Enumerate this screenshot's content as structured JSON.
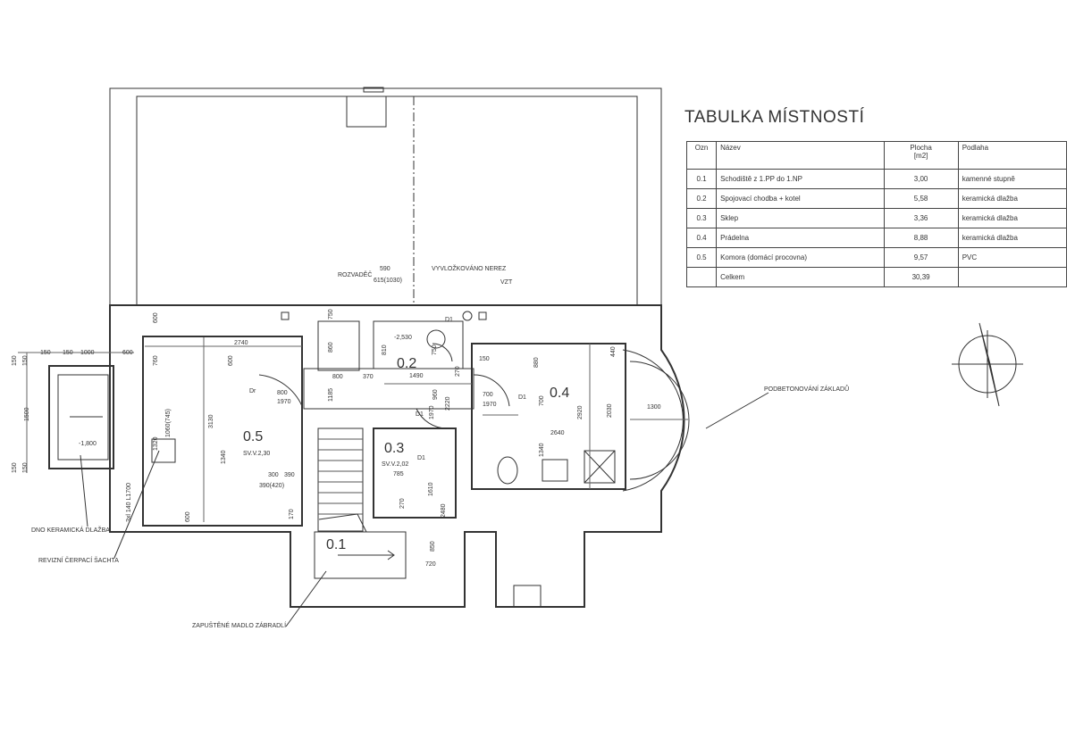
{
  "table": {
    "title": "TABULKA MÍSTNOSTÍ",
    "headers": {
      "ozn": "Ozn",
      "nazev": "Název",
      "plocha": "Plocha",
      "plocha_unit": "[m2]",
      "podlaha": "Podlaha"
    },
    "rows": [
      {
        "ozn": "0.1",
        "nazev": "Schodiště z 1.PP do 1.NP",
        "plocha": "3,00",
        "podlaha": "kamenné stupně"
      },
      {
        "ozn": "0.2",
        "nazev": "Spojovací chodba + kotel",
        "plocha": "5,58",
        "podlaha": "keramická dlažba"
      },
      {
        "ozn": "0.3",
        "nazev": "Sklep",
        "plocha": "3,36",
        "podlaha": "keramická dlažba"
      },
      {
        "ozn": "0.4",
        "nazev": "Prádelna",
        "plocha": "8,88",
        "podlaha": "keramická dlažba"
      },
      {
        "ozn": "0.5",
        "nazev": "Komora (domácí procovna)",
        "plocha": "9,57",
        "podlaha": "PVC"
      },
      {
        "ozn": "",
        "nazev": "Celkem",
        "plocha": "30,39",
        "podlaha": ""
      }
    ]
  },
  "rooms": {
    "r01": "0.1",
    "r02": "0.2",
    "r03": "0.3",
    "r04": "0.4",
    "r05": "0.5",
    "r05_sv": "SV.V.2,30",
    "r03_sv": "SV.V.2,02"
  },
  "annotations": {
    "rozvadec": "ROZVADĚČ",
    "rozvadec_dim_top": "590",
    "rozvadec_dim_bottom": "615(1030)",
    "nerez": "VYVLOŽKOVÁNO NEREZ",
    "vzt": "VZT",
    "podbetonovani": "PODBETONOVÁNÍ ZÁKLADŮ",
    "dno": "DNO KERAMICKÁ DLAŽBA",
    "revizni": "REVIZNÍ ČERPACÍ ŠACHTA",
    "madlo": "ZAPUŠTĚNÉ MADLO ZÁBRADLÍ",
    "level_shaft": "-1,800",
    "level_02": "-2,530",
    "stair_note": "3xl 140 L1700"
  },
  "dimensions": {
    "d150a": "150",
    "d150b": "150",
    "d1000": "1000",
    "d600a": "600",
    "d2740": "2740",
    "d600b": "600",
    "d760": "760",
    "d1320": "1320",
    "d3130": "3130",
    "d1340a": "1340",
    "d600c": "600",
    "d600d": "600",
    "d1060": "1060(745)",
    "d800a": "800",
    "d1970a": "1970",
    "d300": "300",
    "d390": "390",
    "d390b": "390(420)",
    "d170": "170",
    "d750": "750",
    "d860": "860",
    "d800b": "800",
    "d370": "370",
    "d1185": "1185",
    "d810": "810",
    "d750b": "750",
    "d1490": "1490",
    "d960": "960",
    "d1970b": "1970",
    "d2220": "2220",
    "d150c": "150",
    "d270": "270",
    "d785": "785",
    "d1610": "1610",
    "d2480": "2480",
    "d270b": "270",
    "d850": "850",
    "d720": "720",
    "d1300": "1300",
    "d880": "880",
    "d700a": "700",
    "d700b": "700",
    "d1970c": "1970",
    "d2920": "2920",
    "d2030": "2030",
    "d440": "440",
    "d2640": "2640",
    "d1340b": "1340",
    "d1500": "1500",
    "d150d": "150",
    "d150e": "150",
    "d150f": "150",
    "d150g": "150",
    "dr": "Dr",
    "d01a": "D1",
    "d01b": "D1",
    "d01c": "D1",
    "d01d": "D1"
  }
}
